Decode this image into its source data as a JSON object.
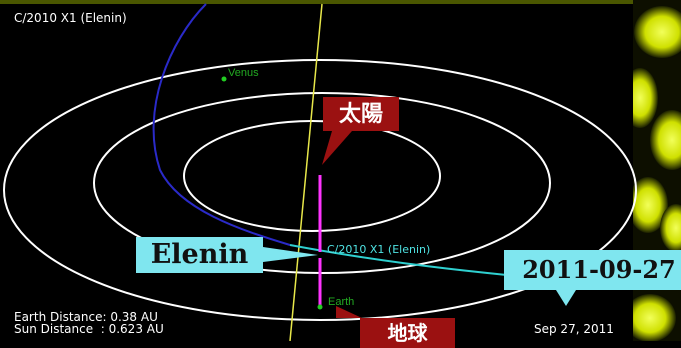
{
  "frame": {
    "title": "C/2010 X1 (Elenin)",
    "earth_distance": "Earth Distance: 0.38 AU",
    "sun_distance": "Sun Distance  : 0.623 AU",
    "date": "Sep 27, 2011"
  },
  "labels": {
    "venus": "Venus",
    "earth": "Earth",
    "comet": "C/2010 X1 (Elenin)"
  },
  "callouts": {
    "sun": "太陽",
    "earth": "地球",
    "elenin": "Elenin",
    "date": "2011-09-27"
  },
  "colors": {
    "orbit": "#ffffff",
    "comet_path": "#2fd0d0",
    "comet_incoming": "#2a2ac8",
    "marker": "#ff33ff",
    "axis": "#e8e84a",
    "red_callout": "#9b1111",
    "cyan_callout": "#7fe6ef"
  }
}
